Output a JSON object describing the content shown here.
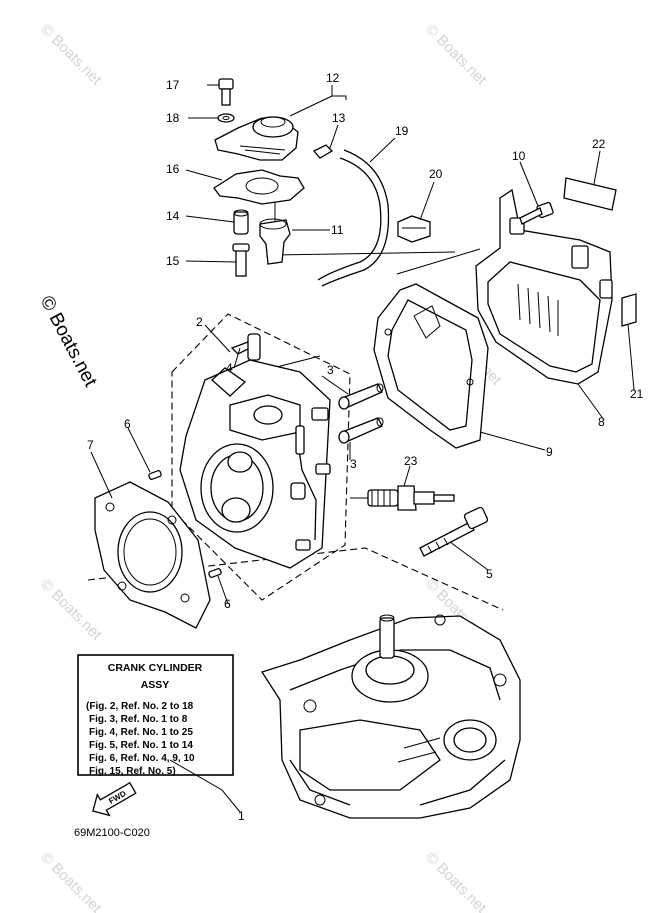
{
  "watermarks": {
    "corner": "© Boats.net",
    "main": "© Boats.net"
  },
  "refs": {
    "r1": "1",
    "r2": "2",
    "r3a": "3",
    "r3b": "3",
    "r4": "4",
    "r5": "5",
    "r6a": "6",
    "r6b": "6",
    "r7": "7",
    "r8": "8",
    "r9": "9",
    "r10": "10",
    "r11": "11",
    "r12": "12",
    "r13": "13",
    "r14": "14",
    "r15": "15",
    "r16": "16",
    "r17": "17",
    "r18": "18",
    "r19": "19",
    "r20": "20",
    "r21": "21",
    "r22": "22",
    "r23": "23"
  },
  "info_box": {
    "title_line1": "CRANK CYLINDER",
    "title_line2": "ASSY",
    "lines": [
      "(Fig. 2, Ref. No. 2 to 18",
      "Fig. 3, Ref. No. 1 to 8",
      "Fig. 4, Ref. No. 1 to 25",
      "Fig. 5, Ref. No. 1 to 14",
      "Fig. 6, Ref. No. 4, 9, 10",
      "Fig. 15, Ref. No. 5)"
    ]
  },
  "fwd_label": "FWD",
  "diagram_code": "69M2100-C020"
}
